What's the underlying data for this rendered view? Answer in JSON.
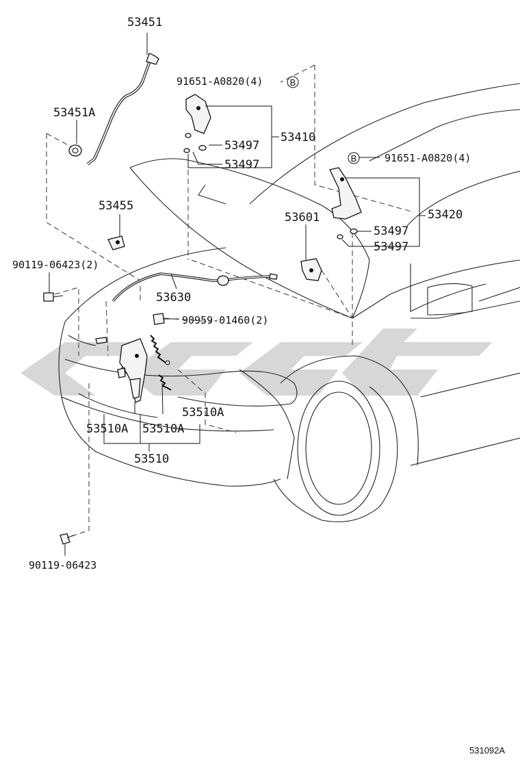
{
  "labels": {
    "p53451": "53451",
    "p53451A": "53451A",
    "p91651_top": "91651-A0820(4)",
    "p53410": "53410",
    "p53497_a": "53497",
    "p53497_b": "53497",
    "p91651_right": "91651-A0820(4)",
    "p53420": "53420",
    "p53601": "53601",
    "p53497_c": "53497",
    "p53497_d": "53497",
    "p53455": "53455",
    "p90119_2": "90119-06423(2)",
    "p53630": "53630",
    "p90959": "90959-01460(2)",
    "p53510A_1": "53510A",
    "p53510A_2": "53510A",
    "p53510A_3": "53510A",
    "p53510": "53510",
    "p90119": "90119-06423",
    "marker_b": "B",
    "diagram_code": "531092A"
  }
}
